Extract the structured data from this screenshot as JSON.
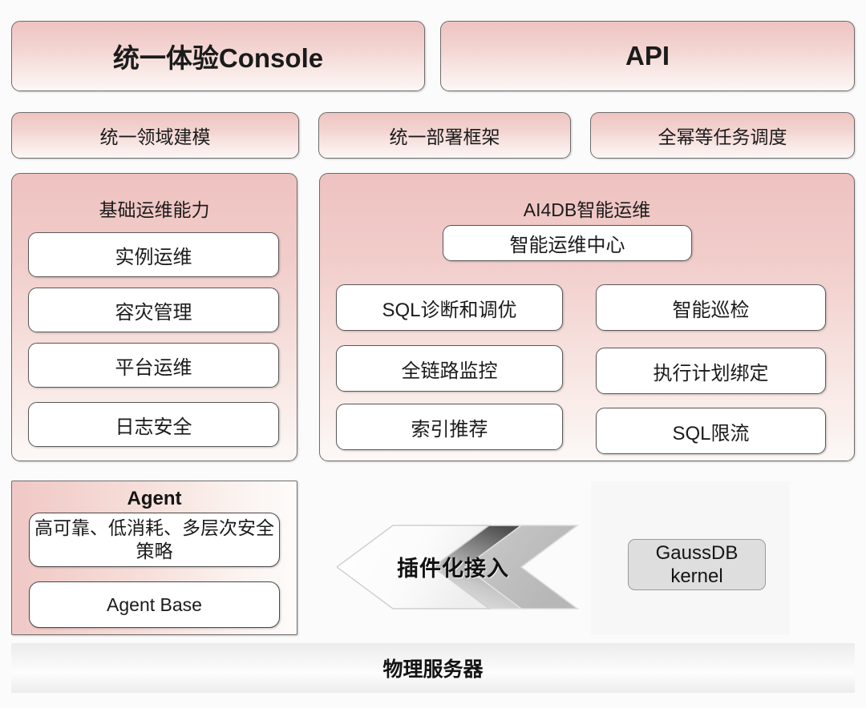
{
  "diagram": {
    "title_row": [
      {
        "label": "统一体验Console"
      },
      {
        "label": "API"
      }
    ],
    "capability_row": [
      {
        "label": "统一领域建模"
      },
      {
        "label": "统一部署框架"
      },
      {
        "label": "全幂等任务调度"
      }
    ],
    "base_ops": {
      "title": "基础运维能力",
      "items": [
        {
          "label": "实例运维"
        },
        {
          "label": "容灾管理"
        },
        {
          "label": "平台运维"
        },
        {
          "label": "日志安全"
        }
      ]
    },
    "ai4db": {
      "title": "AI4DB智能运维",
      "center": "智能运维中心",
      "left_items": [
        {
          "label": "SQL诊断和调优"
        },
        {
          "label": "全链路监控"
        },
        {
          "label": "索引推荐"
        }
      ],
      "right_items": [
        {
          "label": "智能巡检"
        },
        {
          "label": "执行计划绑定"
        },
        {
          "label": "SQL限流"
        }
      ]
    },
    "agent": {
      "title": "Agent",
      "feature": "高可靠、低消耗、多层次安全策略",
      "base": "Agent Base"
    },
    "connector": {
      "label": "插件化接入",
      "icon": "chevrons-left-icon"
    },
    "kernel": {
      "label": "GaussDB kernel"
    },
    "footer": {
      "label": "物理服务器"
    },
    "colors": {
      "pink_top": "#eec4c2",
      "pink_bottom": "#fcf7f5",
      "border": "#6f6c6c",
      "card_border": "#5b5959",
      "kernel_fill": "#dedede",
      "background": "#fbfbfb"
    }
  }
}
